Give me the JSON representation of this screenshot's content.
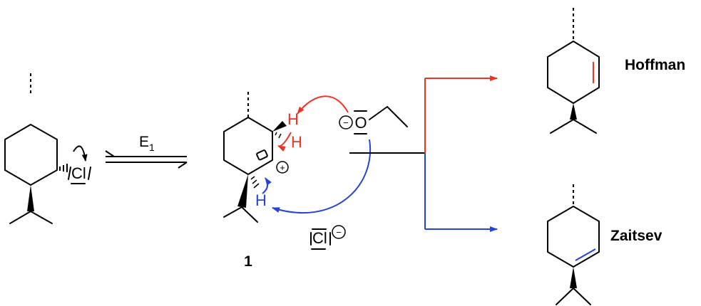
{
  "colors": {
    "ink": "#000000",
    "red": "#ee3322",
    "blue": "#2244dd"
  },
  "reaction_label": {
    "main": "E",
    "sub": "1"
  },
  "reactant": {
    "leaving_group": "Cl"
  },
  "intermediate": {
    "compound_number": "1",
    "h_top": "H",
    "h_mid": "H",
    "h_bottom": "H",
    "charge": "+"
  },
  "base": {
    "atom": "O",
    "charge": "−"
  },
  "chloride": {
    "atom": "Cl",
    "charge": "−"
  },
  "products": [
    {
      "name": "Hoffman",
      "color": "red"
    },
    {
      "name": "Zaitsev",
      "color": "blue"
    }
  ]
}
